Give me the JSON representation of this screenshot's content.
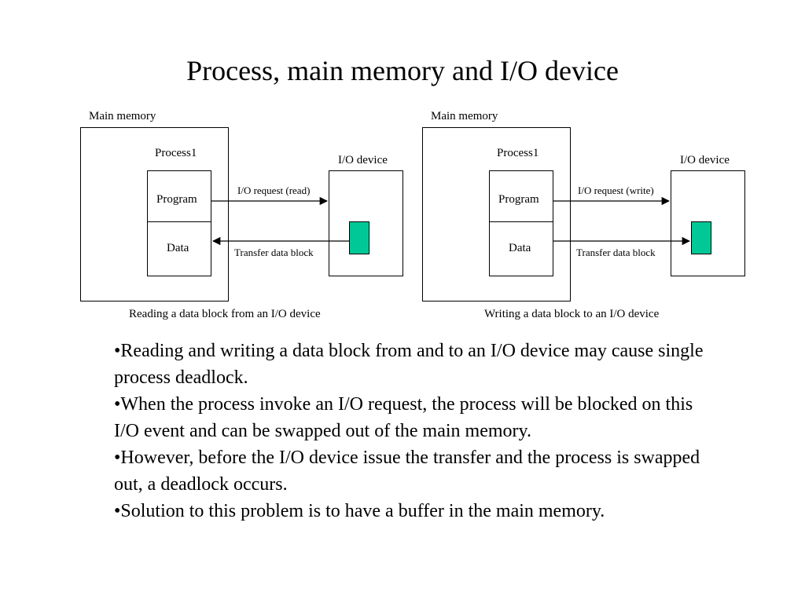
{
  "title": "Process, main memory and I/O device",
  "colors": {
    "buffer": "#00c896"
  },
  "diagram_left": {
    "main_memory_label": "Main memory",
    "process_label": "Process1",
    "program_label": "Program",
    "data_label": "Data",
    "io_device_label": "I/O device",
    "request_label": "I/O request (read)",
    "transfer_label": "Transfer data block",
    "caption": "Reading a data block from an I/O device"
  },
  "diagram_right": {
    "main_memory_label": "Main memory",
    "process_label": "Process1",
    "program_label": "Program",
    "data_label": "Data",
    "io_device_label": "I/O device",
    "request_label": "I/O request (write)",
    "transfer_label": "Transfer data block",
    "caption": "Writing a data block to an I/O device"
  },
  "bullets": [
    "•Reading and writing a data block from and to an I/O device may cause single process deadlock.",
    "•When the process invoke an I/O request, the process will be blocked on this I/O event and can be swapped out of the main memory.",
    "•However, before the I/O device issue the transfer and the process is swapped out, a deadlock occurs.",
    "•Solution to this problem is to have a buffer in the main memory."
  ]
}
